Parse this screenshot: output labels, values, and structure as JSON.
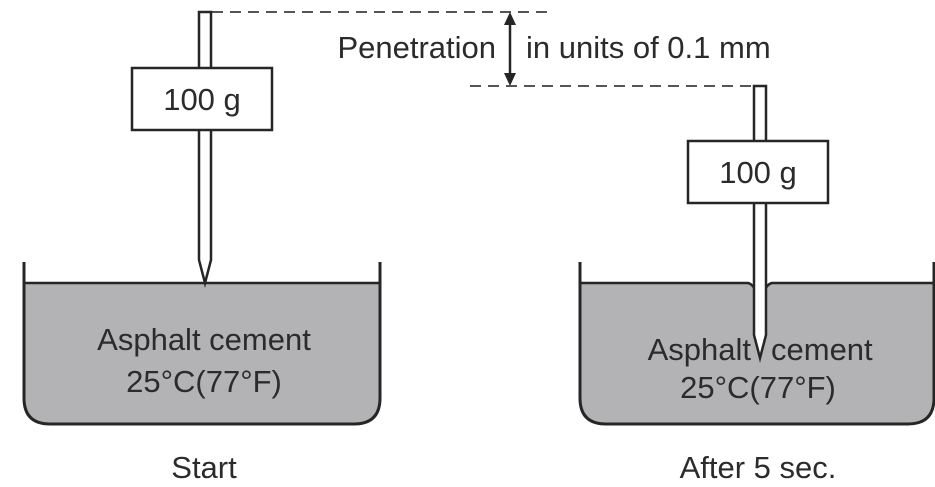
{
  "penetration": {
    "label": "Penetration",
    "units": "in units of 0.1 mm"
  },
  "left": {
    "weight": "100 g",
    "material": "Asphalt cement",
    "temperature": "25°C(77°F)",
    "caption": "Start"
  },
  "right": {
    "weight": "100 g",
    "material_part1": "Asphalt",
    "material_part2": "cement",
    "temperature": "25°C(77°F)",
    "caption": "After 5 sec."
  },
  "colors": {
    "asphalt_fill": "#b3b3b5",
    "stroke": "#262626"
  }
}
